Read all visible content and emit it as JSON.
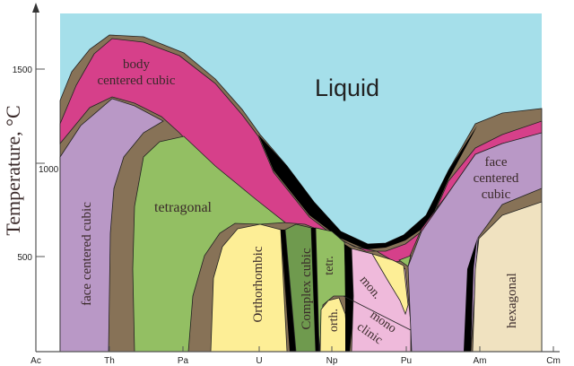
{
  "axes": {
    "ylabel": "Temperature, °C",
    "yticks": [
      "1500",
      "1000",
      "500"
    ],
    "xticks": [
      "Ac",
      "Th",
      "Pa",
      "U",
      "Np",
      "Pu",
      "Am",
      "Cm"
    ]
  },
  "phases": {
    "liquid": "Liquid",
    "bcc_line1": "body",
    "bcc_line2": "centered cubic",
    "fcc_left": "face centered cubic",
    "tetragonal": "tetragonal",
    "orthorhombic": "Orthorhombic",
    "complex_cubic": "Complex cubic",
    "tetr": "tetr.",
    "orth": "orth.",
    "mon": "mon.",
    "mono_line1": "mono",
    "mono_line2": "clinic",
    "fcc_right_line1": "face",
    "fcc_right_line2": "centered",
    "fcc_right_line3": "cubic",
    "hexagonal": "hexagonal"
  },
  "colors": {
    "liquid": "#a5dfea",
    "bcc": "#d6408a",
    "fcc": "#b998c6",
    "tetragonal": "#93bf63",
    "orthorhombic": "#fdee96",
    "complex_cubic": "#6f9a4e",
    "monoclinic": "#efbadb",
    "hexagonal": "#f0e2c0",
    "two_phase": "#877257"
  }
}
